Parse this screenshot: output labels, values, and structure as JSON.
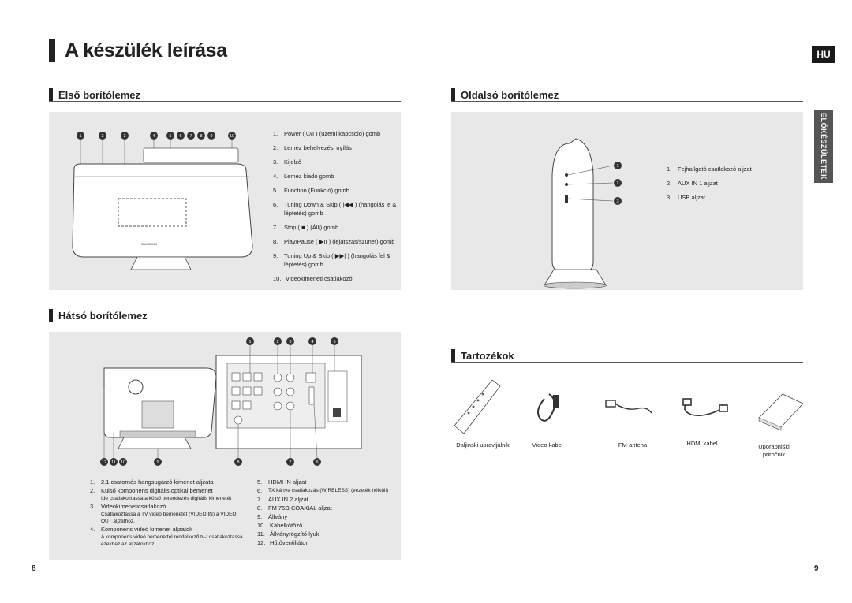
{
  "page": {
    "title": "A készülék leírása",
    "lang_badge": "HU",
    "side_tab": "ELŐKÉSZÜLETEK",
    "page_left": "8",
    "page_right": "9"
  },
  "front": {
    "heading": "Első borítólemez",
    "callouts": [
      "1",
      "2",
      "3",
      "4",
      "5",
      "6",
      "7",
      "8",
      "9",
      "10"
    ],
    "brand": "SAMSUNG",
    "items": [
      {
        "n": "1.",
        "text": "Power ( ⏻/I ) (üzemi kapcsoló) gomb"
      },
      {
        "n": "2.",
        "text": "Lemez behelyezési nyílás"
      },
      {
        "n": "3.",
        "text": "Kijelző"
      },
      {
        "n": "4.",
        "text": "Lemez kiadó gomb"
      },
      {
        "n": "5.",
        "text": "Function (Funkció) gomb"
      },
      {
        "n": "6.",
        "text": "Tuning Down & Skip ( |◀◀ ) (hangolás le & léptetés) gomb"
      },
      {
        "n": "7.",
        "text": "Stop ( ■ ) (Állj) gomb"
      },
      {
        "n": "8.",
        "text": "Play/Pause ( ▶II ) (lejátszás/szünet) gomb"
      },
      {
        "n": "9.",
        "text": "Tuning Up & Skip ( ▶▶| ) (hangolás fel & léptetés) gomb"
      },
      {
        "n": "10.",
        "text": "Videokimeneti csatlakozó"
      }
    ]
  },
  "side": {
    "heading": "Oldalsó borítólemez",
    "items": [
      {
        "n": "1.",
        "text": "Fejhallgató csatlakozó aljzat"
      },
      {
        "n": "2.",
        "text": "AUX IN 1 aljzat"
      },
      {
        "n": "3.",
        "text": "USB aljzat"
      }
    ]
  },
  "back": {
    "heading": "Hátsó borítólemez",
    "callouts_top": [
      "1",
      "2",
      "3",
      "4",
      "5"
    ],
    "callouts_bottom_left": [
      "12",
      "11",
      "10"
    ],
    "callouts_bottom": [
      "9",
      "8",
      "7",
      "6"
    ],
    "items_left": [
      {
        "n": "1.",
        "text": "2.1 csatornás hangsugárzó kimenet aljzata"
      },
      {
        "n": "2.",
        "text": "Külső komponens digitális optikai bemenet",
        "sub": "Ide csatlakoztassa a külső berendezés digitális kimenetét"
      },
      {
        "n": "3.",
        "text": "Videokimeneticsatlakozó",
        "sub": "Csatlakoztassa a TV videó bemenetét (VIDEO IN) a VIDEO OUT aljzathoz."
      },
      {
        "n": "4.",
        "text": "Komponens videó kimenet aljzatok",
        "sub": "A komponens videó bemenettel rendelkező tv-t csatlakoztassa ezekhez az aljzatokhoz."
      }
    ],
    "items_right": [
      {
        "n": "5.",
        "text": "HDMI IN aljzat"
      },
      {
        "n": "6.",
        "text": "TX kártya csatlakozás (WIRELESS) (vezeték nélküli)"
      },
      {
        "n": "7.",
        "text": "AUX IN 2 aljzat"
      },
      {
        "n": "8.",
        "text": "FM 75Ω COAXIAL aljzat"
      },
      {
        "n": "9.",
        "text": "Állvány"
      },
      {
        "n": "10.",
        "text": "Kábelkötöző"
      },
      {
        "n": "11.",
        "text": "Állványrögzítő lyuk"
      },
      {
        "n": "12.",
        "text": "Hűtőventillátor"
      }
    ]
  },
  "accessories": {
    "heading": "Tartozékok",
    "items": [
      "Daljinski upravljalnik",
      "Video kabel",
      "FM-antena",
      "HDMI kábel",
      "Uporabniški priročnik"
    ]
  }
}
